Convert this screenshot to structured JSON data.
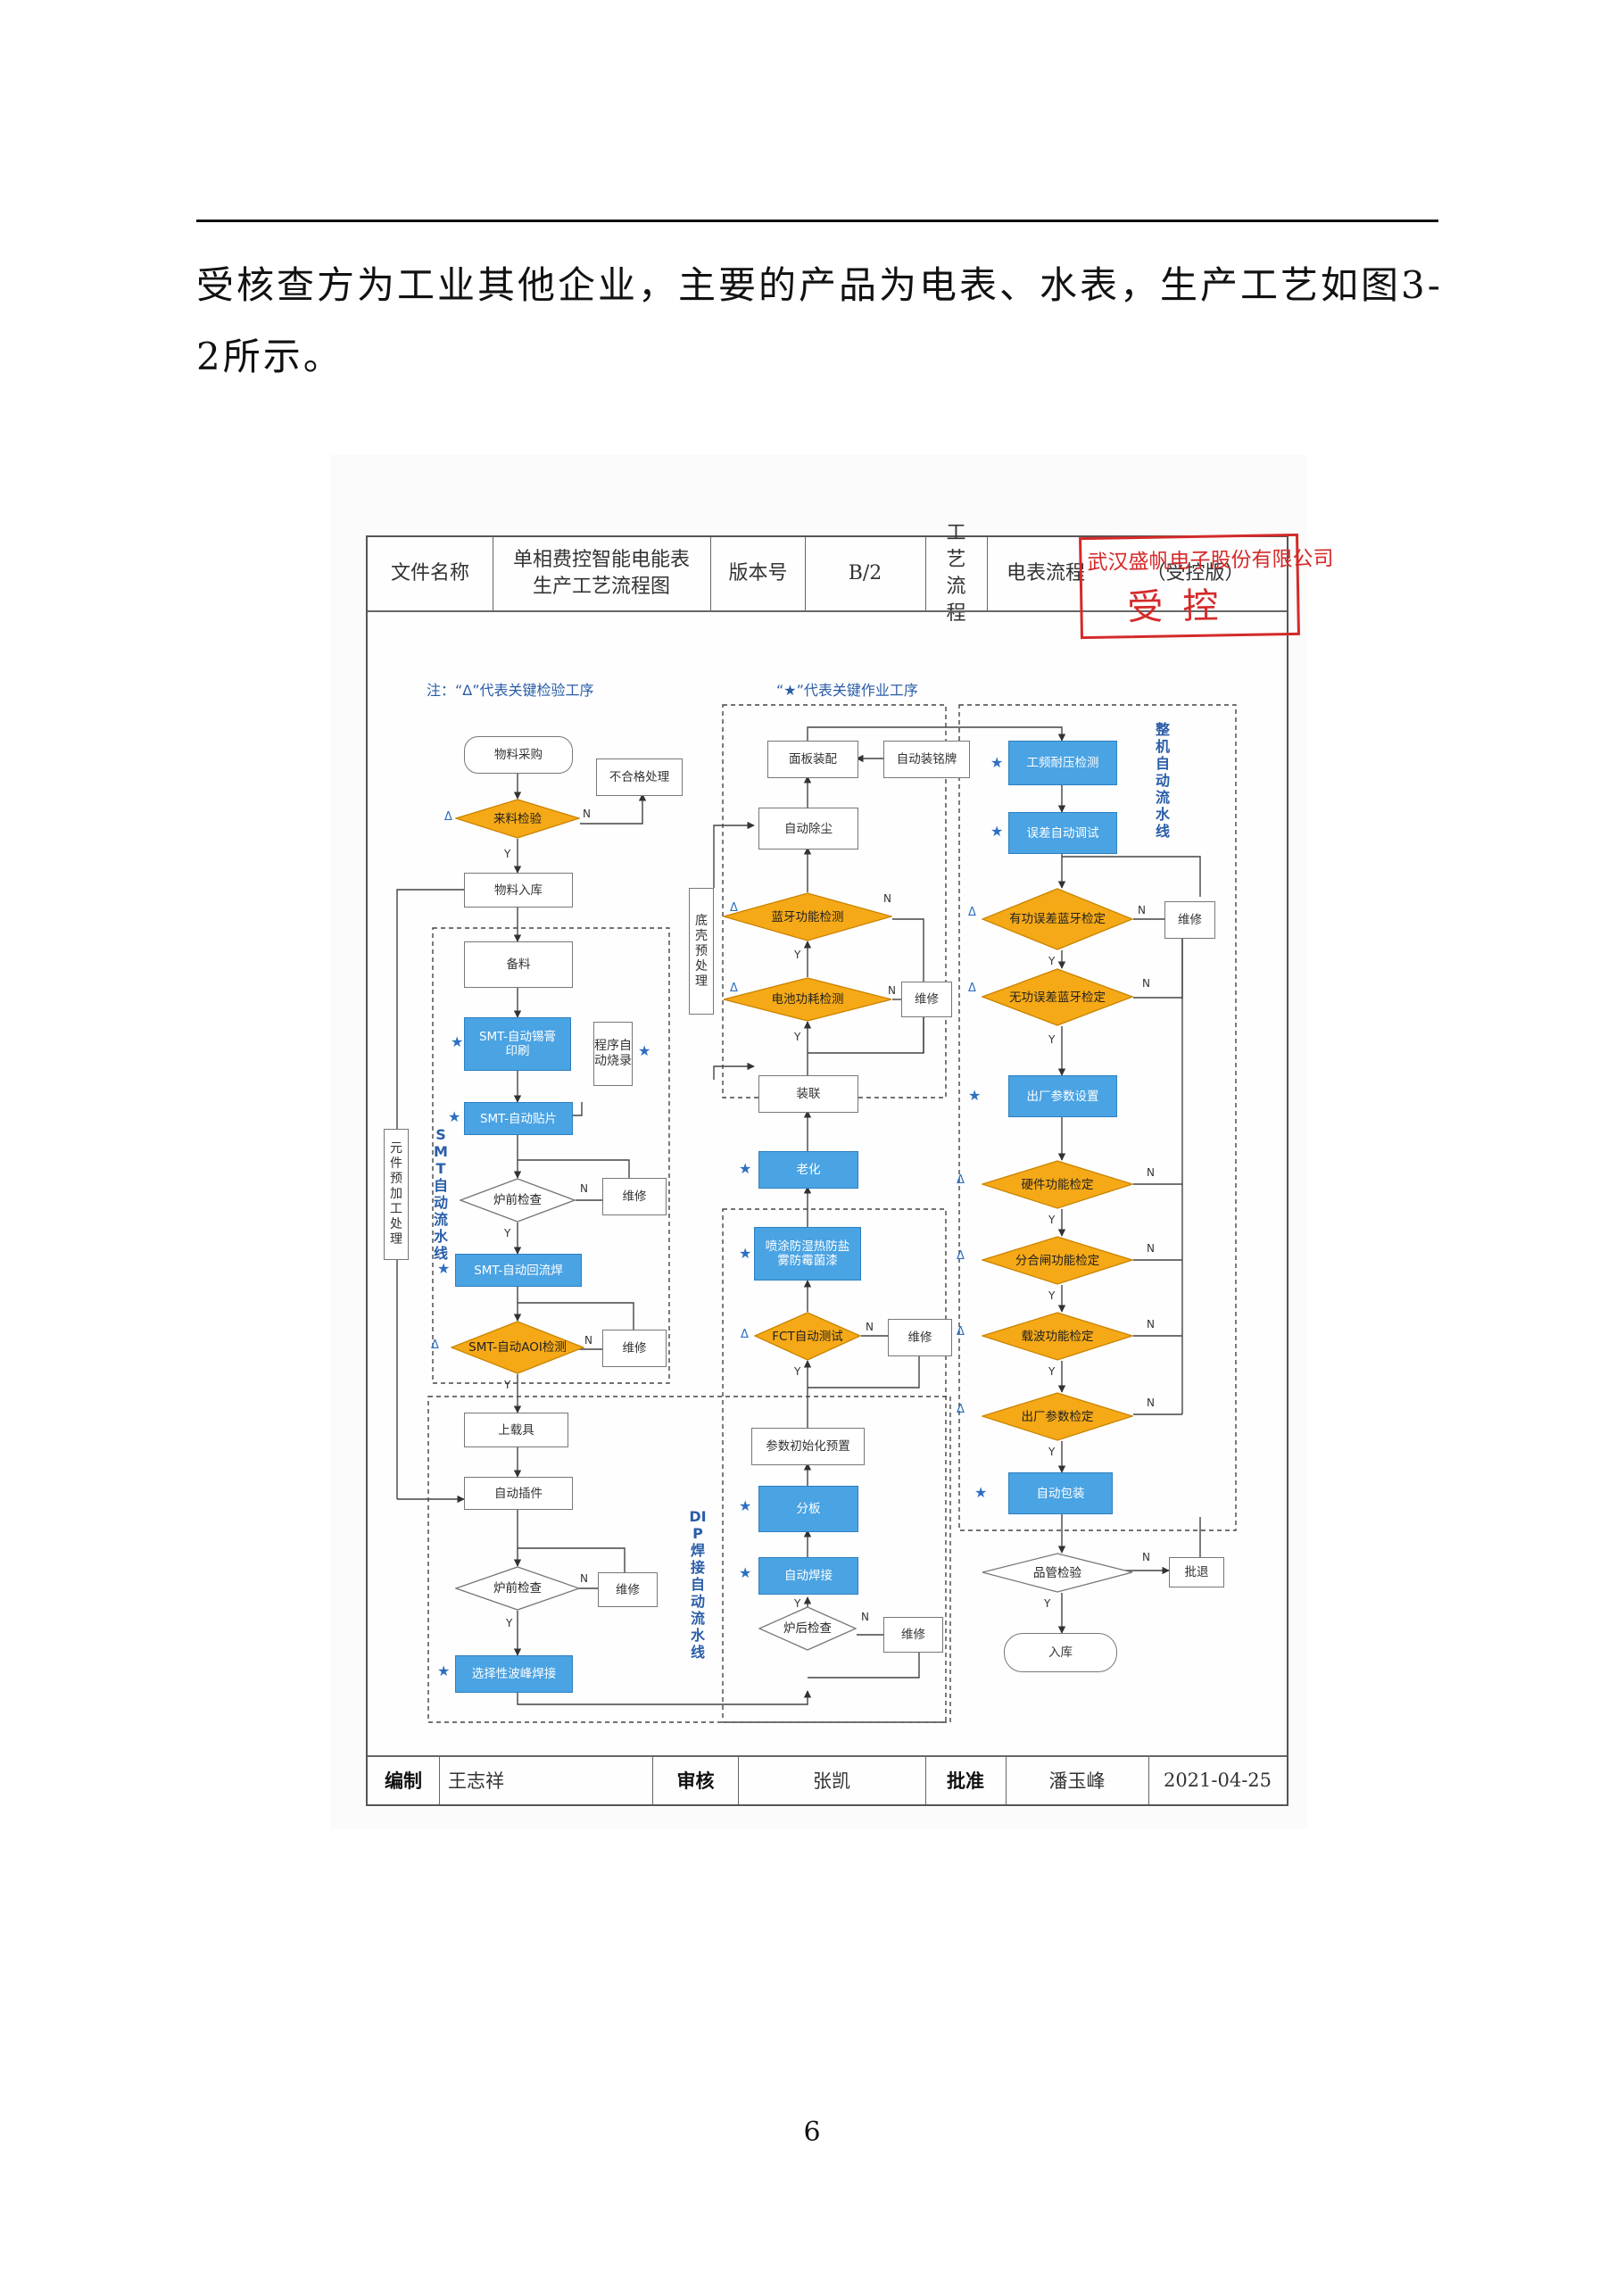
{
  "page": {
    "paragraph": "受核查方为工业其他企业，主要的产品为电表、水表，生产工艺如图3-2所示。",
    "page_number": "6"
  },
  "form": {
    "header": {
      "file_name_label": "文件名称",
      "file_name": "单相费控智能电能表生产工艺流程图",
      "version_label": "版本号",
      "version": "B/2",
      "process_label": "工艺流程",
      "process_value": "电表流程",
      "controlled": "（受控版）"
    },
    "stamp": {
      "company": "武汉盛帆电子股份有限公司",
      "word": "受控"
    },
    "notes": {
      "delta": "注：“Δ”代表关键检验工序",
      "star": "“★”代表关键作业工序"
    },
    "line_labels": {
      "smt": "SMT自动流水线",
      "dip": "DIP焊接自动流水线",
      "whole": "整机自动流水线",
      "component": "元件预加工处理",
      "shell": "底壳预处理"
    },
    "nodes": {
      "purchase": "物料采购",
      "reject": "不合格处理",
      "incoming": "来料检验",
      "warehouse_in": "物料入库",
      "prepare": "备料",
      "smt_print": "SMT-自动锡膏印刷",
      "program_burn": "程序自动烧录",
      "smt_place": "SMT-自动贴片",
      "pre_check1": "炉前检查",
      "repair1": "维修",
      "smt_reflow": "SMT-自动回流焊",
      "smt_aoi": "SMT-自动AOI检测",
      "repair2": "维修",
      "load_carrier": "上载具",
      "auto_insert": "自动插件",
      "pre_check2": "炉前检查",
      "repair3": "维修",
      "selective_wave": "选择性波峰焊接",
      "auto_weld": "自动焊接",
      "post_check": "炉后检查",
      "repair4": "维修",
      "split_board": "分板",
      "param_init": "参数初始化预置",
      "fct_test": "FCT自动测试",
      "repair5": "维修",
      "coating": "喷涂防湿热防盐雾防霉菌漆",
      "aging": "老化",
      "assembly": "装联",
      "battery_test": "电池功耗检测",
      "repair6": "维修",
      "bt_test": "蓝牙功能检测",
      "auto_dust": "自动除尘",
      "panel_assembly": "面板装配",
      "nameplate": "自动装铭牌",
      "pf_withstand": "工频耐压检测",
      "error_test": "误差自动调试",
      "active_bt": "有功误差蓝牙检定",
      "reactive_bt": "无功误差蓝牙检定",
      "repair7": "维修",
      "factory_params": "出厂参数设置",
      "hardware_check": "硬件功能检定",
      "switch_check": "分合闸功能检定",
      "carrier_check": "载波功能检定",
      "factory_param_check": "出厂参数检定",
      "auto_pack": "自动包装",
      "qc_check": "品管检验",
      "batch_return": "批退",
      "store": "入库"
    },
    "footer": {
      "prepared_label": "编制",
      "prepared_by": "王志祥",
      "reviewed_label": "审核",
      "reviewed_by": "张凯",
      "approved_label": "批准",
      "approved_by": "潘玉峰",
      "date": "2021-04-25"
    }
  }
}
